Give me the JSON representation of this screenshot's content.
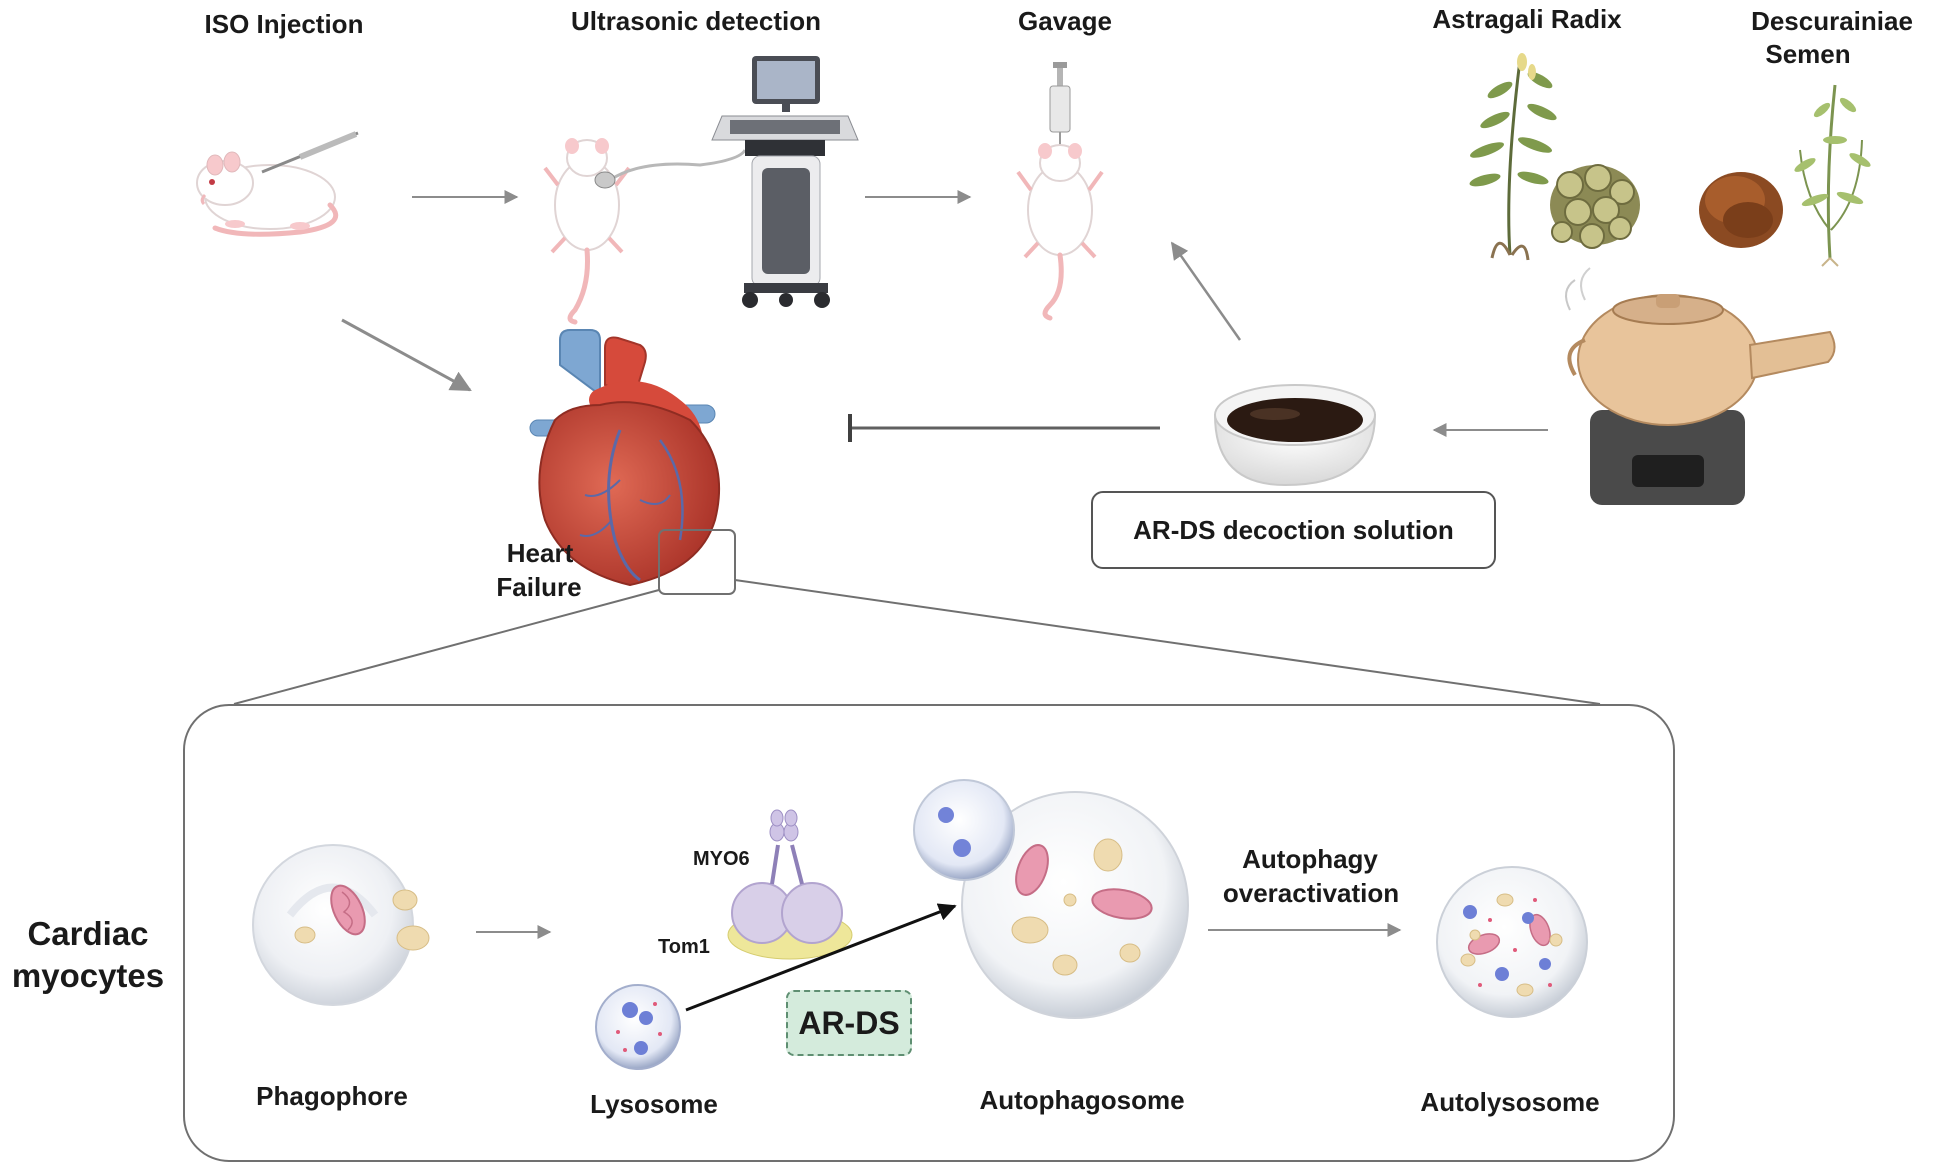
{
  "steps": {
    "iso_injection": "ISO Injection",
    "ultrasonic_detection": "Ultrasonic detection",
    "gavage": "Gavage"
  },
  "herbs": {
    "astragali_line1": "Astragali Radix",
    "descurainiae_line1": "Descurainiae",
    "descurainiae_line2": "Semen"
  },
  "heart": {
    "line1": "Heart",
    "line2": "Failure"
  },
  "decoction": {
    "label": "AR-DS decoction solution"
  },
  "cell_panel": {
    "title_line1": "Cardiac",
    "title_line2": "myocytes",
    "phagophore": "Phagophore",
    "lysosome": "Lysosome",
    "myo6": "MYO6",
    "tom1": "Tom1",
    "treatment": "AR-DS",
    "autophagosome": "Autophagosome",
    "overactivation_line1": "Autophagy",
    "overactivation_line2": "overactivation",
    "autolysosome": "Autolysosome"
  },
  "colors": {
    "arrow_gray": "#8c8c8c",
    "panel_border": "#707070",
    "ards_fill": "#d4ebdc",
    "ards_border": "#5f8f72",
    "heart_red": "#c9473a",
    "vessel_blue": "#7ea7d2"
  },
  "icons": [
    "rat-icon",
    "syringe-icon",
    "ultrasound-machine-icon",
    "astragalus-plant-icon",
    "astragalus-slices-icon",
    "descurainia-seeds-icon",
    "descurainia-plant-icon",
    "clay-pot-icon",
    "decoction-bowl-icon",
    "heart-icon",
    "cell-icon",
    "mitochondrion-icon",
    "myo6-tom1-protein-icon"
  ]
}
